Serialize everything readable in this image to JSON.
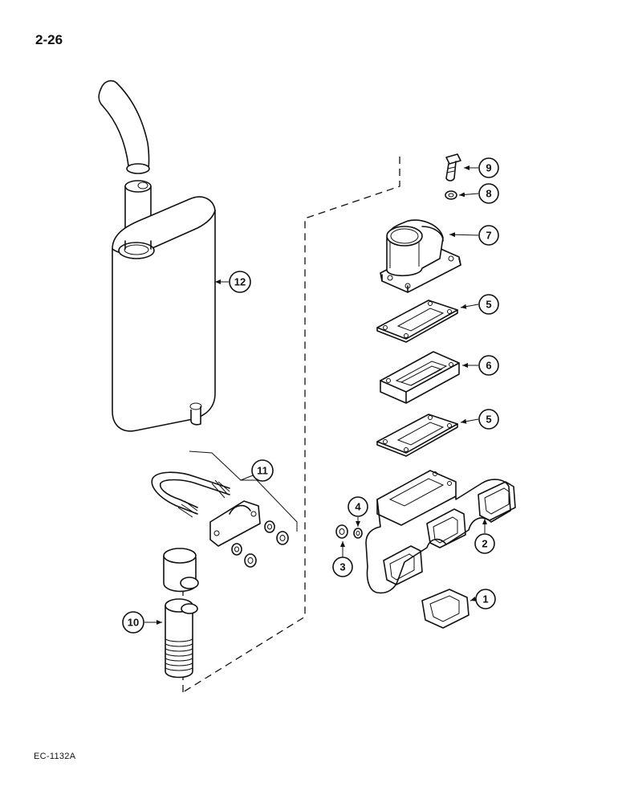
{
  "page_number": "2-26",
  "figure_code": "EC-1132A",
  "callouts": {
    "c1": "1",
    "c2": "2",
    "c3": "3",
    "c4": "4",
    "c5a": "5",
    "c5b": "5",
    "c6": "6",
    "c7": "7",
    "c8": "8",
    "c9": "9",
    "c10": "10",
    "c11": "11",
    "c12": "12"
  }
}
